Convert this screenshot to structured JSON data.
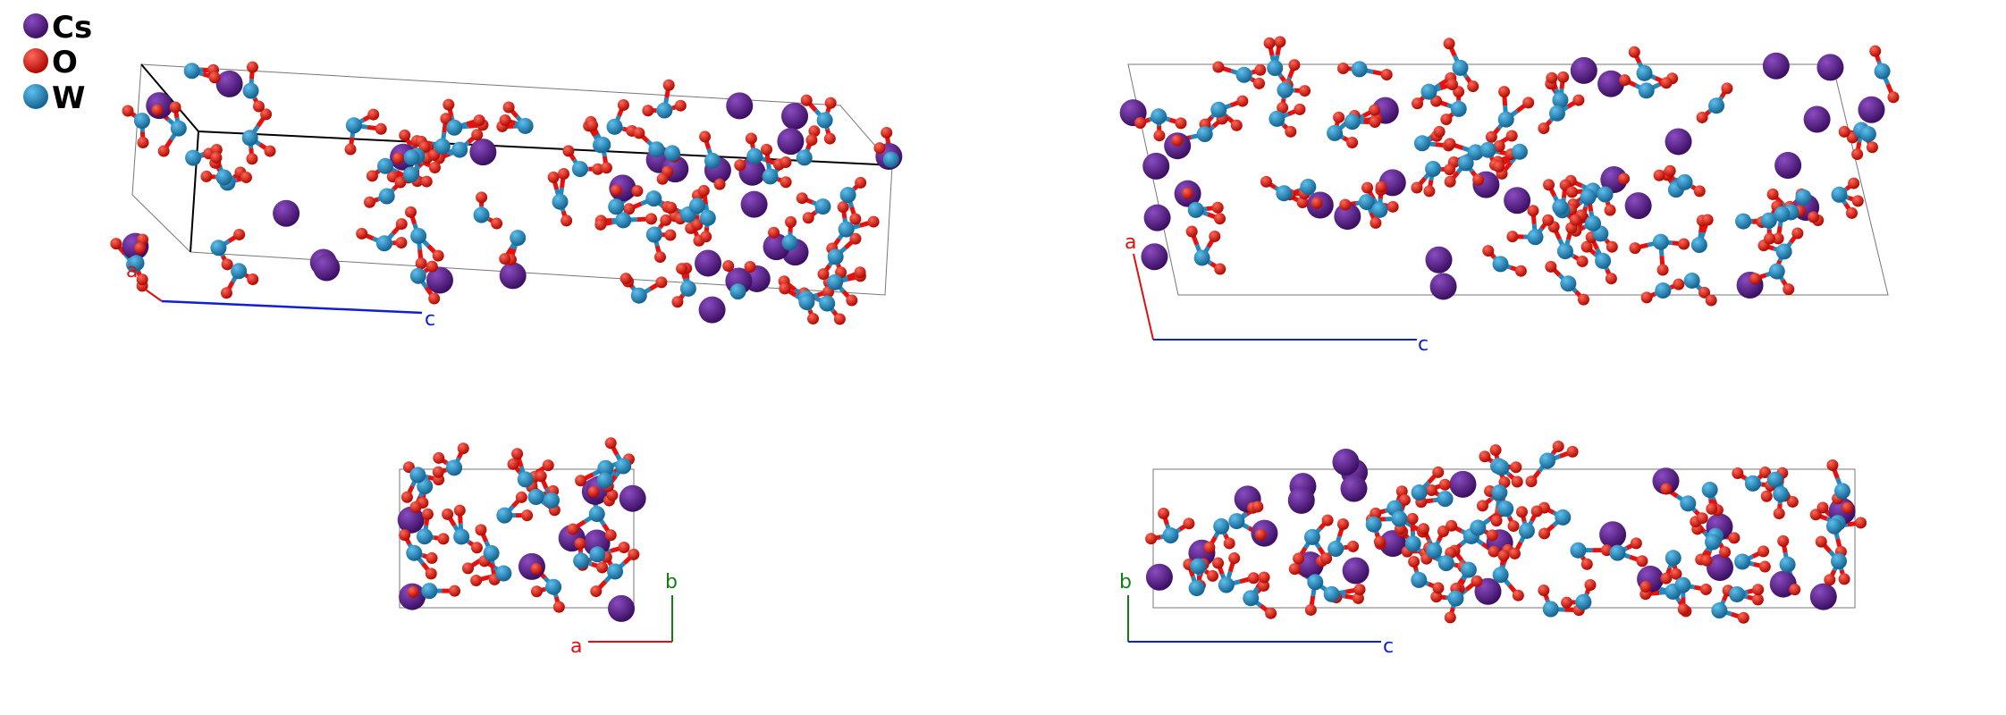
{
  "legend": [
    {
      "label": "Cs",
      "color": "#5b1a8c"
    },
    {
      "label": "O",
      "color": "#e8100c"
    },
    {
      "label": "W",
      "color": "#2388c0"
    }
  ],
  "axes_colors": {
    "a": "#e01010",
    "b": "#108010",
    "c": "#1020d0"
  },
  "views": [
    {
      "name": "perspective",
      "axes": [
        "a",
        "c"
      ]
    },
    {
      "name": "view-along-b",
      "axes": [
        "a",
        "c"
      ]
    },
    {
      "name": "view-along-c",
      "axes": [
        "b",
        "a"
      ]
    },
    {
      "name": "view-along-a",
      "axes": [
        "b",
        "c"
      ]
    }
  ]
}
